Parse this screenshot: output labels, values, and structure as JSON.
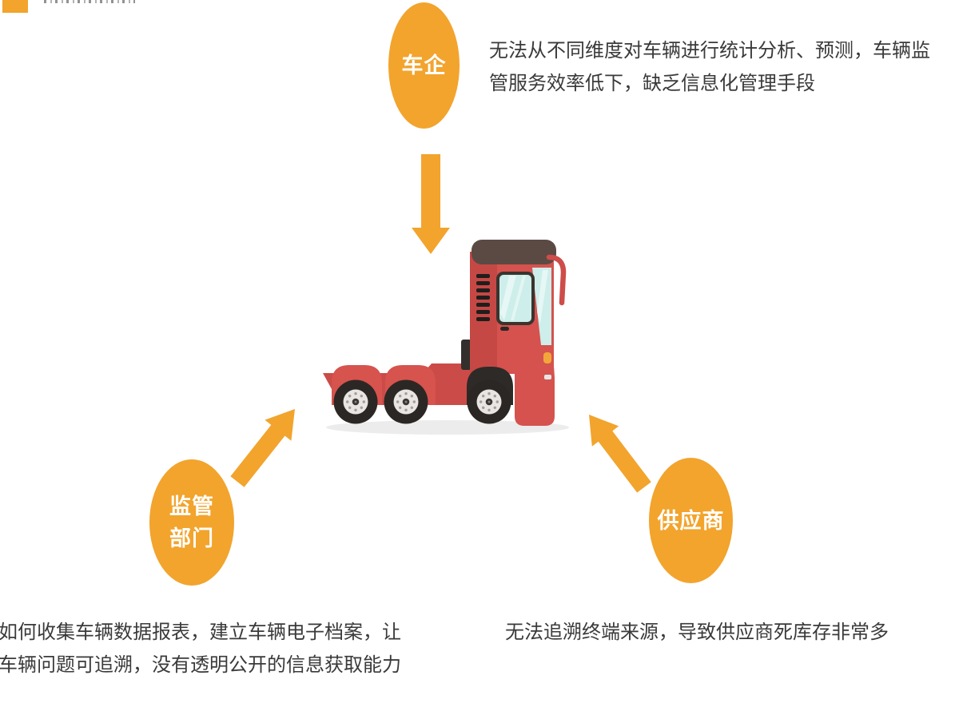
{
  "colors": {
    "accent": "#F2A42D",
    "label": "#FFFFFF",
    "text": "#3A3A3A",
    "truck_red": "#D5524E",
    "truck_red_dark": "#C54845",
    "truck_roof": "#5B4A43",
    "truck_window": "#CDEEEA",
    "truck_tire": "#2B2724",
    "truck_shadow": "#ECECEC"
  },
  "nodes": {
    "manufacturer": {
      "label": "车企"
    },
    "regulator": {
      "line1": "监管",
      "line2": "部门"
    },
    "supplier": {
      "label": "供应商"
    }
  },
  "notes": {
    "manufacturer": "无法从不同维度对车辆进行统计分析、预测，车辆监管服务效率低下，缺乏信息化管理手段",
    "regulator": "如何收集车辆数据报表，建立车辆电子档案，让车辆问题可追溯，没有透明公开的信息获取能力",
    "supplier": "无法追溯终端来源，导致供应商死库存非常多"
  }
}
